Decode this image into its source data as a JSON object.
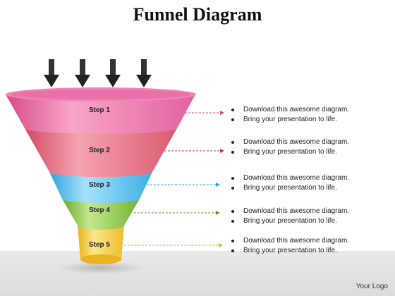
{
  "title": "Funnel Diagram",
  "steps": [
    {
      "label": "Step 1",
      "color": "#e8589a",
      "bullets": [
        "Download this awesome diagram.",
        "Bring your presentation to life."
      ]
    },
    {
      "label": "Step 2",
      "color": "#e0566e",
      "bullets": [
        "Download this awesome diagram.",
        "Bring your presentation to life."
      ]
    },
    {
      "label": "Step 3",
      "color": "#3fb6e8",
      "bullets": [
        "Download this awesome diagram.",
        "Bring your presentation to life."
      ]
    },
    {
      "label": "Step 4",
      "color": "#7ab834",
      "bullets": [
        "Download this awesome diagram.",
        "Bring your presentation to life."
      ]
    },
    {
      "label": "Step 5",
      "color": "#f2c233",
      "bullets": [
        "Download this awesome diagram.",
        "Bring your presentation to life."
      ]
    }
  ],
  "arrow_icon": "down-arrow-icon",
  "footer": {
    "logo_text": "Your Logo"
  }
}
